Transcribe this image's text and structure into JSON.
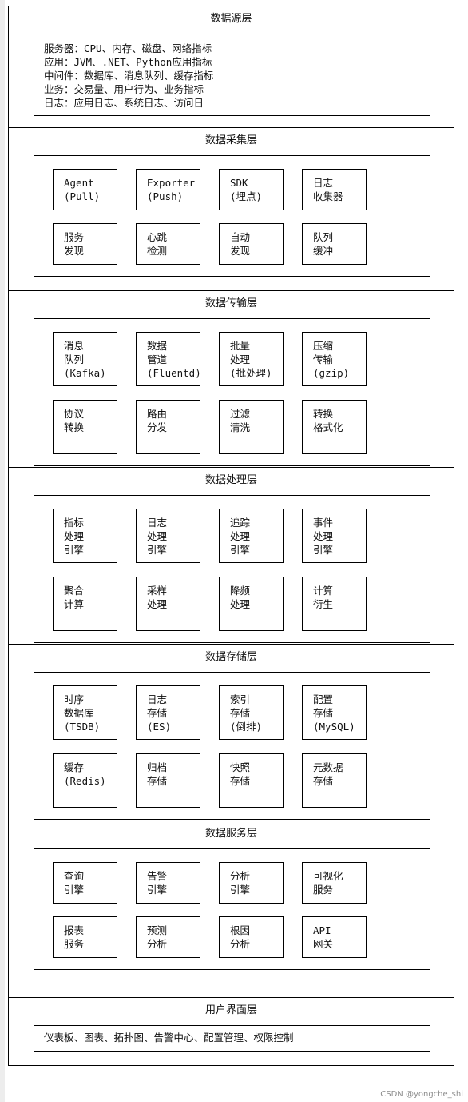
{
  "layers": [
    {
      "title": "数据源层",
      "lines": [
        "服务器：CPU、内存、磁盘、网络指标",
        "应用：JVM、.NET、Python应用指标",
        "中间件：数据库、消息队列、缓存指标",
        "业务：交易量、用户行为、业务指标",
        "日志：应用日志、系统日志、访问日"
      ]
    },
    {
      "title": "数据采集层",
      "items": [
        "Agent\n(Pull)",
        "Exporter\n(Push)",
        "SDK\n(埋点)",
        "日志\n收集器",
        "服务\n发现",
        "心跳\n检测",
        "自动\n发现",
        "队列\n缓冲"
      ]
    },
    {
      "title": "数据传输层",
      "items": [
        "消息\n队列\n(Kafka)",
        "数据\n管道\n(Fluentd)",
        "批量\n处理\n(批处理)",
        "压缩\n传输\n(gzip)",
        "协议\n转换",
        "路由\n分发",
        "过滤\n清洗",
        "转换\n格式化"
      ]
    },
    {
      "title": "数据处理层",
      "items": [
        "指标\n处理\n引擎",
        "日志\n处理\n引擎",
        "追踪\n处理\n引擎",
        "事件\n处理\n引擎",
        "聚合\n计算",
        "采样\n处理",
        "降频\n处理",
        "计算\n衍生"
      ]
    },
    {
      "title": "数据存储层",
      "items": [
        "时序\n数据库\n(TSDB)",
        "日志\n存储\n(ES)",
        "索引\n存储\n(倒排)",
        "配置\n存储\n(MySQL)",
        "缓存\n(Redis)",
        "归档\n存储",
        "快照\n存储",
        "元数据\n存储"
      ]
    },
    {
      "title": "数据服务层",
      "items": [
        "查询\n引擎",
        "告警\n引擎",
        "分析\n引擎",
        "可视化\n服务",
        "报表\n服务",
        "预测\n分析",
        "根因\n分析",
        "API\n网关"
      ]
    },
    {
      "title": "用户界面层",
      "lines": [
        "仪表板、图表、拓扑图、告警中心、配置管理、权限控制"
      ]
    }
  ],
  "watermark": "CSDN @yongche_shi"
}
